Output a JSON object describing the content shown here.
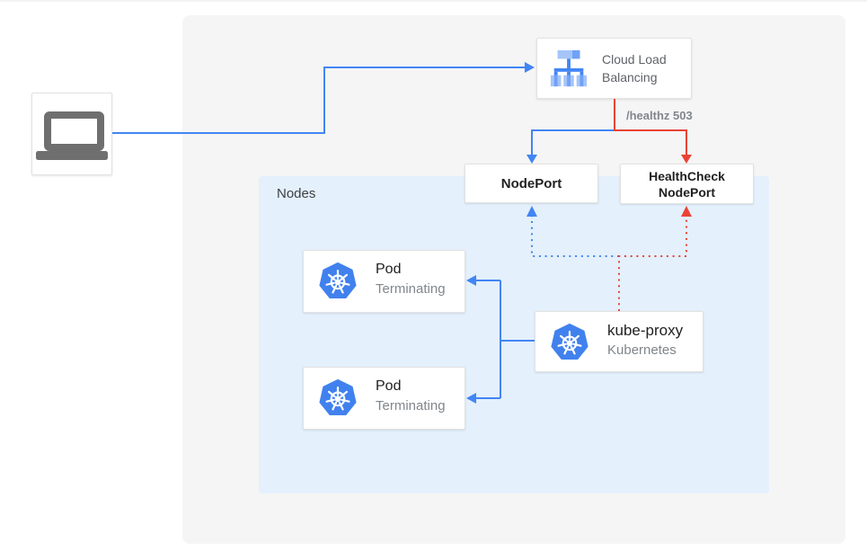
{
  "colors": {
    "blue": "#4285F4",
    "red": "#EA4335",
    "panel_bg": "#F5F5F5",
    "nodes_bg": "#E4F0FC",
    "card_border": "#E2E2E2",
    "title_text": "#212121",
    "subtitle_text": "#80868B",
    "clb_text": "#5F6368",
    "nodes_text": "#3C4043",
    "healthz_text": "#80868B",
    "laptop_gray": "#6F6F6F",
    "k8s_blue": "#4181EE",
    "lb_light": "#A5C5FA",
    "lb_mid": "#6FA1F7"
  },
  "nodes_region": {
    "label": "Nodes"
  },
  "boxes": {
    "cloud_lb": {
      "lines": [
        "Cloud Load",
        "Balancing"
      ]
    },
    "nodeport": {
      "label": "NodePort"
    },
    "healthcheck_nodeport": {
      "lines": [
        "HealthCheck",
        "NodePort"
      ]
    },
    "pod1": {
      "title": "Pod",
      "status": "Terminating"
    },
    "pod2": {
      "title": "Pod",
      "status": "Terminating"
    },
    "kube_proxy": {
      "title": "kube-proxy",
      "subtitle": "Kubernetes"
    }
  },
  "annotations": {
    "healthz": "/healthz 503"
  }
}
